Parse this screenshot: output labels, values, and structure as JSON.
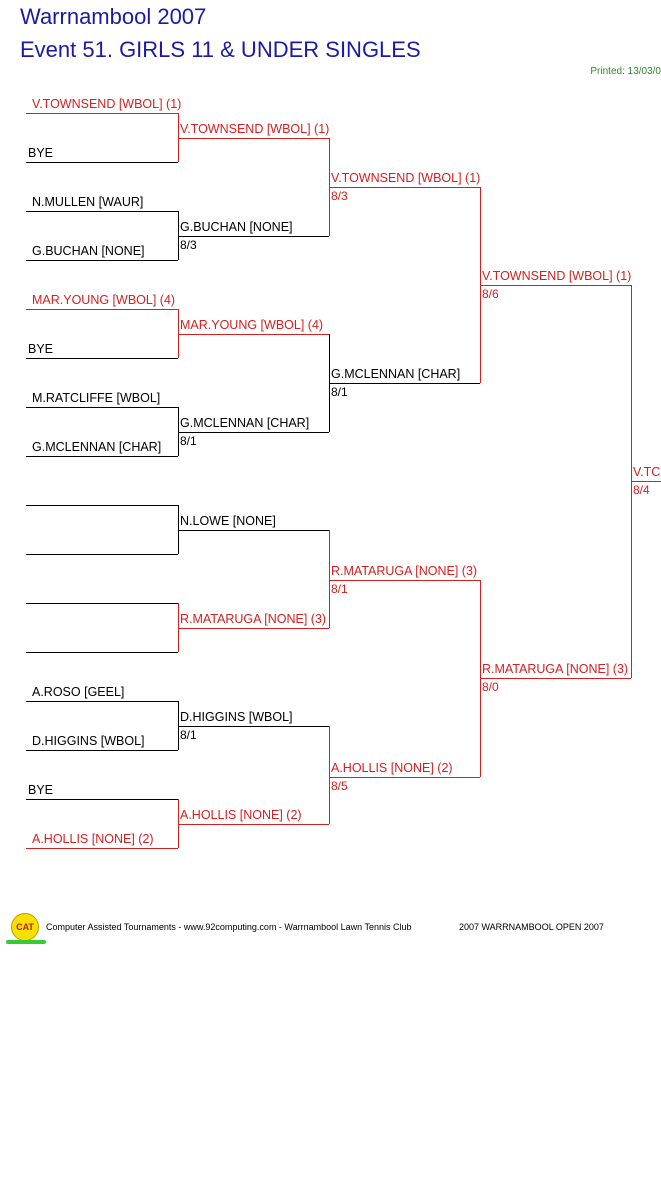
{
  "header": {
    "title": "Warrnambool 2007",
    "event": "Event 51. GIRLS 11 & UNDER SINGLES",
    "printed": "Printed: 13/03/0"
  },
  "draw": {
    "round1": [
      "V.TOWNSEND [WBOL] (1)",
      "BYE",
      "N.MULLEN [WAUR]",
      "G.BUCHAN [NONE]",
      "MAR.YOUNG [WBOL] (4)",
      "BYE",
      "M.RATCLIFFE [WBOL]",
      "G.MCLENNAN [CHAR]",
      "",
      "",
      "",
      "",
      "A.ROSO [GEEL]",
      "D.HIGGINS [WBOL]",
      "BYE",
      "A.HOLLIS [NONE] (2)"
    ],
    "round2": [
      {
        "name": "V.TOWNSEND [WBOL] (1)",
        "score": ""
      },
      {
        "name": "G.BUCHAN [NONE]",
        "score": "8/3"
      },
      {
        "name": "MAR.YOUNG [WBOL] (4)",
        "score": ""
      },
      {
        "name": "G.MCLENNAN [CHAR]",
        "score": "8/1"
      },
      {
        "name": "N.LOWE [NONE]",
        "score": ""
      },
      {
        "name": "R.MATARUGA [NONE] (3)",
        "score": ""
      },
      {
        "name": "D.HIGGINS [WBOL]",
        "score": "8/1"
      },
      {
        "name": "A.HOLLIS [NONE] (2)",
        "score": ""
      }
    ],
    "round3": [
      {
        "name": "V.TOWNSEND [WBOL] (1)",
        "score": "8/3"
      },
      {
        "name": "G.MCLENNAN [CHAR]",
        "score": "8/1"
      },
      {
        "name": "R.MATARUGA [NONE] (3)",
        "score": "8/1"
      },
      {
        "name": "A.HOLLIS [NONE] (2)",
        "score": "8/5"
      }
    ],
    "round4": [
      {
        "name": "V.TOWNSEND [WBOL] (1)",
        "score": "8/6"
      },
      {
        "name": "R.MATARUGA [NONE] (3)",
        "score": "8/0"
      }
    ],
    "final": {
      "name": "V.TC",
      "score": "8/4"
    }
  },
  "footer": {
    "logo": "CAT",
    "text": "Computer Assisted Tournaments - www.92computing.com -  Warrnambool Lawn Tennis Club",
    "right": "2007 WARRNAMBOOL OPEN 2007"
  },
  "colors": {
    "title": "#1a1aa6",
    "highlight": "#d42020",
    "printed": "#2a8a2a"
  }
}
